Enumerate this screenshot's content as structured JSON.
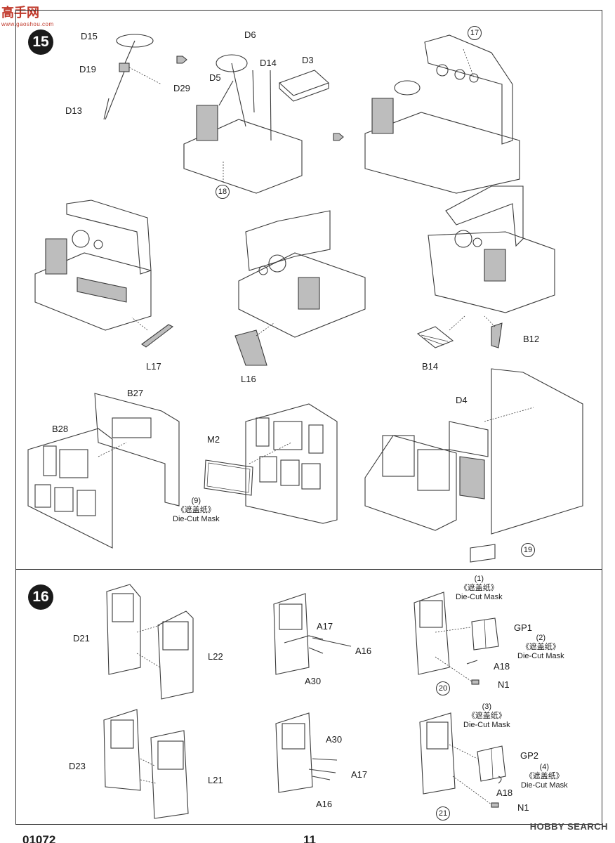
{
  "watermark": {
    "logo_text": "高手网",
    "logo_sub": "www.gaoshou.com"
  },
  "steps": [
    {
      "number": "15"
    },
    {
      "number": "16"
    }
  ],
  "subassemblies": [
    "17",
    "18",
    "19",
    "20",
    "21"
  ],
  "parts": {
    "D15": "D15",
    "D19": "D19",
    "D29": "D29",
    "D13": "D13",
    "D6": "D6",
    "D5": "D5",
    "D14": "D14",
    "D3": "D3",
    "L17": "L17",
    "L16": "L16",
    "B14": "B14",
    "B12": "B12",
    "B27": "B27",
    "B28": "B28",
    "M2": "M2",
    "D4": "D4",
    "D21": "D21",
    "L22": "L22",
    "A17a": "A17",
    "A16a": "A16",
    "A30a": "A30",
    "GP1": "GP1",
    "A18a": "A18",
    "N1a": "N1",
    "D23": "D23",
    "L21": "L21",
    "A30b": "A30",
    "A17b": "A17",
    "A16b": "A16",
    "GP2": "GP2",
    "A18b": "A18",
    "N1b": "N1"
  },
  "masks": {
    "m9": {
      "num": "(9)",
      "cn": "《遮盖纸》",
      "en": "Die-Cut Mask"
    },
    "m1": {
      "num": "(1)",
      "cn": "《遮盖纸》",
      "en": "Die-Cut Mask"
    },
    "m2": {
      "num": "(2)",
      "cn": "《遮盖纸》",
      "en": "Die-Cut Mask"
    },
    "m3": {
      "num": "(3)",
      "cn": "《遮盖纸》",
      "en": "Die-Cut Mask"
    },
    "m4": {
      "num": "(4)",
      "cn": "《遮盖纸》",
      "en": "Die-Cut Mask"
    }
  },
  "footer": {
    "kit_number": "01072",
    "page_number": "11",
    "source": "HOBBY SEARCH"
  }
}
